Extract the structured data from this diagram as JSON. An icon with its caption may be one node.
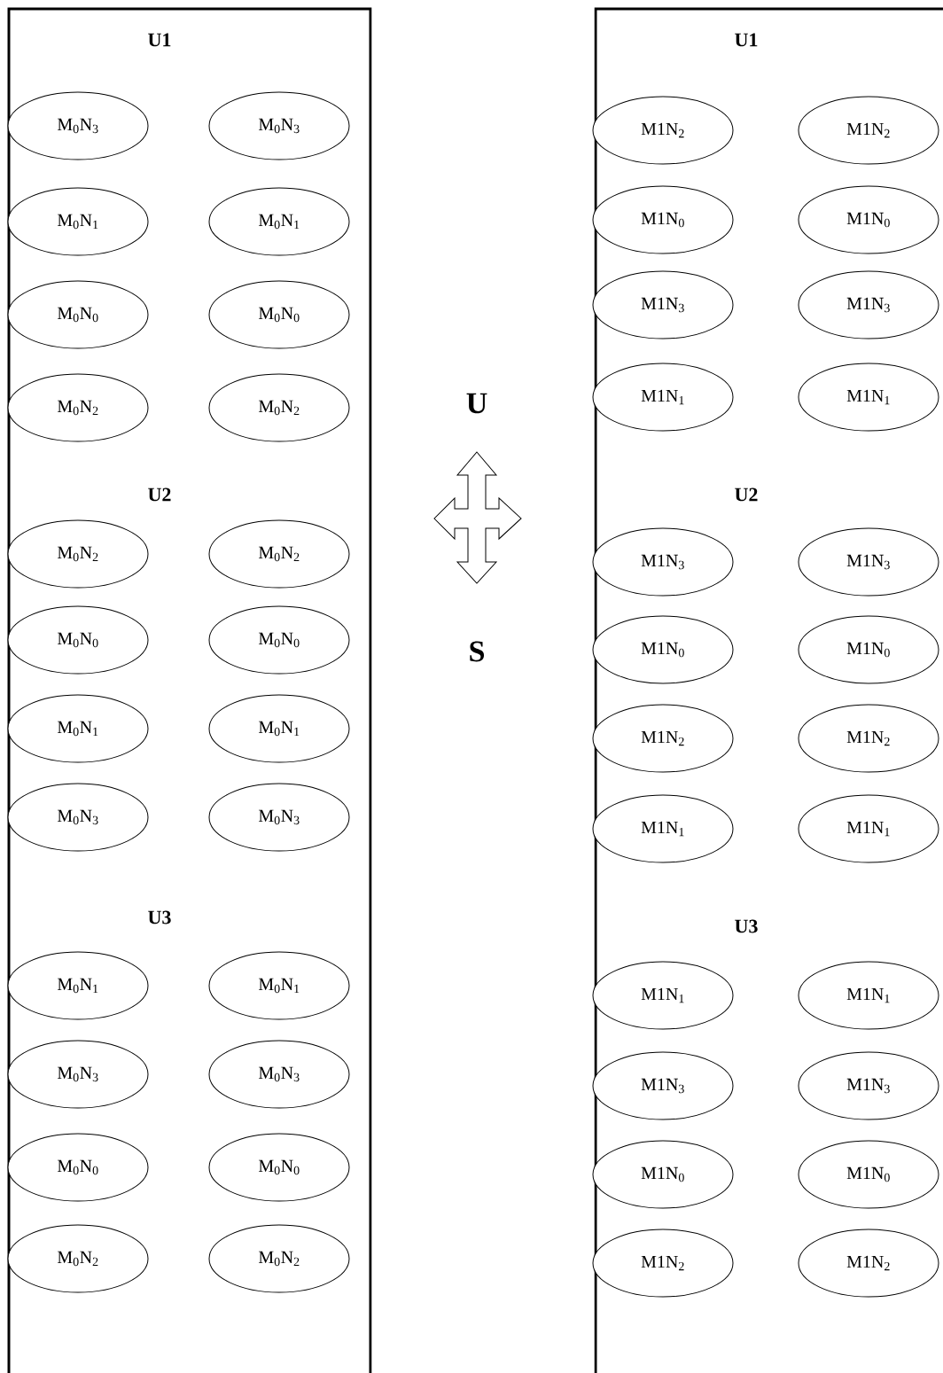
{
  "diagram": {
    "nodes": [
      {
        "text": [],
        "shape": "box"
      },
      {
        "text": [
          "M$_{0}$N$_{3}$"
        ],
        "in": 0
      },
      {
        "text": [
          "M$_{0}$N$_{3}$"
        ],
        "in": 0
      },
      {
        "text": [
          "M$_{0}$N$_{1}$"
        ],
        "in": 0
      },
      {
        "text": [
          "M$_{0}$N$_{1}$"
        ],
        "in": 0
      },
      {
        "text": [
          "M$_{0}$N$_{0}$"
        ],
        "in": 0
      },
      {
        "text": [
          "M$_{0}$N$_{0}$"
        ],
        "in": 0
      },
      {
        "text": [
          "M$_{0}$N$_{2}$"
        ],
        "in": 0
      },
      {
        "text": [
          "M$_{0}$N$_{2}$"
        ],
        "in": 0
      },
      {
        "text": [
          "M$_{0}$N$_{2}$"
        ],
        "in": 0
      },
      {
        "text": [
          "M$_{0}$N$_{2}$"
        ],
        "in": 0
      },
      {
        "text": [
          "M$_{0}$N$_{0}$"
        ],
        "in": 0
      },
      {
        "text": [
          "M$_{0}$N$_{0}$"
        ],
        "in": 0
      },
      {
        "text": [
          "M$_{0}$N$_{1}$"
        ],
        "in": 0
      },
      {
        "text": [
          "M$_{0}$N$_{1}$"
        ],
        "in": 0
      },
      {
        "text": [
          "M$_{0}$N$_{3}$"
        ],
        "in": 0
      },
      {
        "text": [
          "M$_{0}$N$_{3}$"
        ],
        "in": 0
      },
      {
        "text": [
          "M$_{0}$N$_{1}$"
        ],
        "in": 0
      },
      {
        "text": [
          "M$_{0}$N$_{1}$"
        ],
        "in": 0
      },
      {
        "text": [
          "M$_{0}$N$_{3}$"
        ],
        "in": 0
      },
      {
        "text": [
          "M$_{0}$N$_{3}$"
        ],
        "in": 0
      },
      {
        "text": [
          "M$_{0}$N$_{0}$"
        ],
        "in": 0
      },
      {
        "text": [
          "M$_{0}$N$_{0}$"
        ],
        "in": 0
      },
      {
        "text": [
          "M$_{0}$N$_{2}$"
        ],
        "in": 0
      },
      {
        "text": [
          "M$_{0}$N$_{2}$"
        ],
        "in": 0
      },
      {
        "text": [],
        "shape": "box"
      },
      {
        "text": [
          "M1N$_{2}$"
        ],
        "in": 25
      },
      {
        "text": [
          "M1N$_{2}$"
        ],
        "in": 25
      },
      {
        "text": [
          "M1N$_{0}$"
        ],
        "in": 25
      },
      {
        "text": [
          "M1N$_{0}$"
        ],
        "in": 25
      },
      {
        "text": [
          "M1N$_{3}$"
        ],
        "in": 25
      },
      {
        "text": [
          "M1N$_{3}$"
        ],
        "in": 25
      },
      {
        "text": [
          "M1N$_{1}$"
        ],
        "in": 25
      },
      {
        "text": [
          "M1N$_{1}$"
        ],
        "in": 25
      },
      {
        "text": [
          "M1N$_{3}$"
        ],
        "in": 25
      },
      {
        "text": [
          "M1N$_{3}$"
        ],
        "in": 25
      },
      {
        "text": [
          "M1N$_{0}$"
        ],
        "in": 25
      },
      {
        "text": [
          "M1N$_{0}$"
        ],
        "in": 25
      },
      {
        "text": [
          "M1N$_{2}$"
        ],
        "in": 25
      },
      {
        "text": [
          "M1N$_{2}$"
        ],
        "in": 25
      },
      {
        "text": [
          "M1N$_{1}$"
        ],
        "in": 25
      },
      {
        "text": [
          "M1N$_{1}$"
        ],
        "in": 25
      },
      {
        "text": [
          "M1N$_{1}$"
        ],
        "in": 25
      },
      {
        "text": [
          "M1N$_{1}$"
        ],
        "in": 25
      },
      {
        "text": [
          "M1N$_{3}$"
        ],
        "in": 25
      },
      {
        "text": [
          "M1N$_{3}$"
        ],
        "in": 25
      },
      {
        "text": [
          "M1N$_{0}$"
        ],
        "in": 25
      },
      {
        "text": [
          "M1N$_{0}$"
        ],
        "in": 25
      },
      {
        "text": [
          "M1N$_{2}$"
        ],
        "in": 25
      },
      {
        "text": [
          "M1N$_{2}$"
        ],
        "in": 25
      }
    ],
    "labels": [
      "U1",
      "U1",
      "U",
      "U2",
      "U2",
      "S",
      "U3",
      "U3"
    ]
  }
}
